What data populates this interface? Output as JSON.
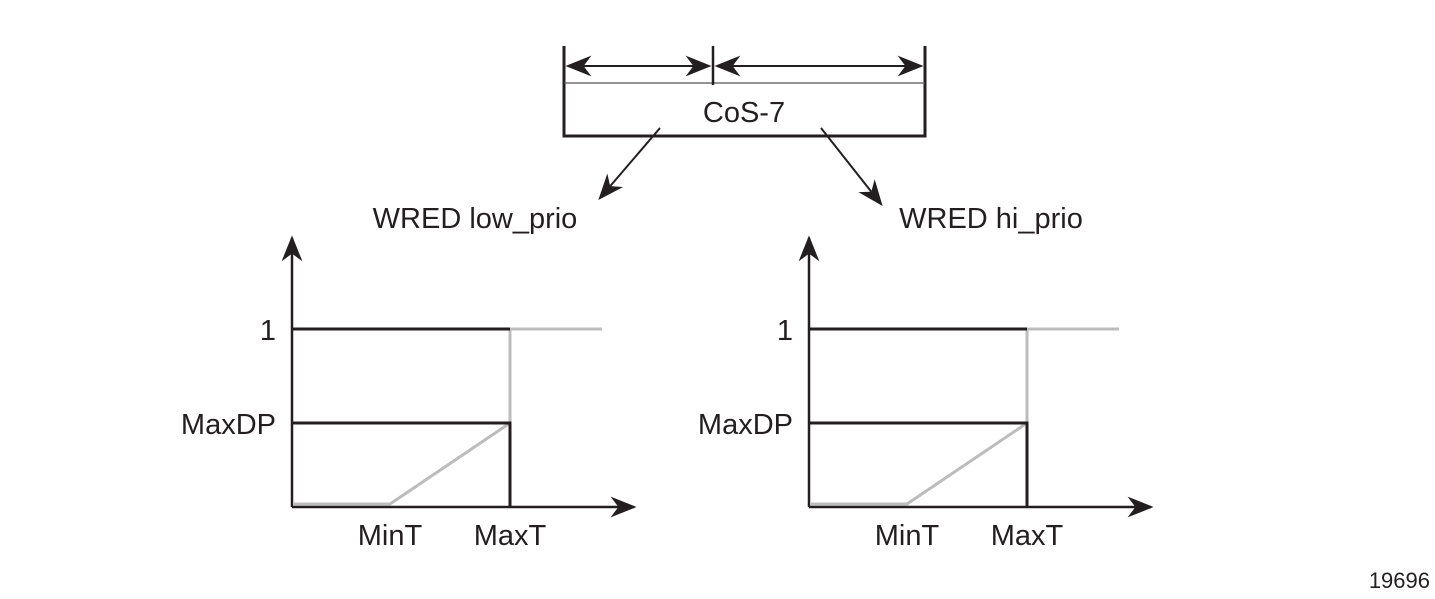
{
  "queue": {
    "label": "CoS-7"
  },
  "profiles": [
    {
      "id": "low",
      "title": "WRED low_prio",
      "y_labels": {
        "one": "1",
        "maxdp": "MaxDP"
      },
      "x_labels": {
        "mint": "MinT",
        "maxt": "MaxT"
      }
    },
    {
      "id": "hi",
      "title": "WRED hi_prio",
      "y_labels": {
        "one": "1",
        "maxdp": "MaxDP"
      },
      "x_labels": {
        "mint": "MinT",
        "maxt": "MaxT"
      }
    }
  ],
  "figure_id": "19696",
  "colors": {
    "line": "#231f20",
    "curve": "#bcbcbc"
  }
}
